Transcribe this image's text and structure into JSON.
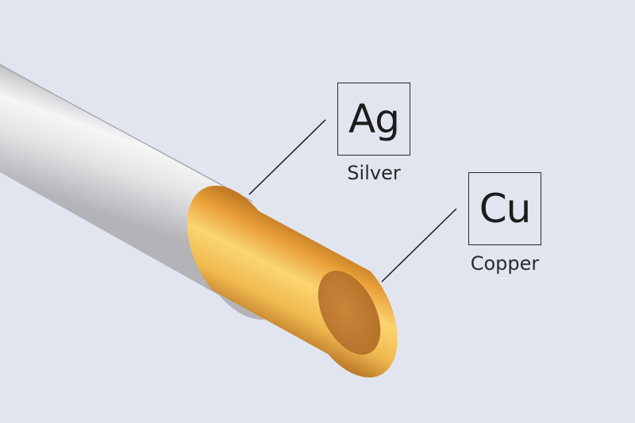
{
  "labels": {
    "silver": {
      "symbol": "Ag",
      "name": "Silver"
    },
    "copper": {
      "symbol": "Cu",
      "name": "Copper"
    }
  },
  "colors": {
    "background": "#e1e5ef",
    "silver_coating": "#d9d9dc",
    "copper_core": "#e8a83a",
    "copper_end": "#c07a2c",
    "line": "#1a1a1a"
  }
}
